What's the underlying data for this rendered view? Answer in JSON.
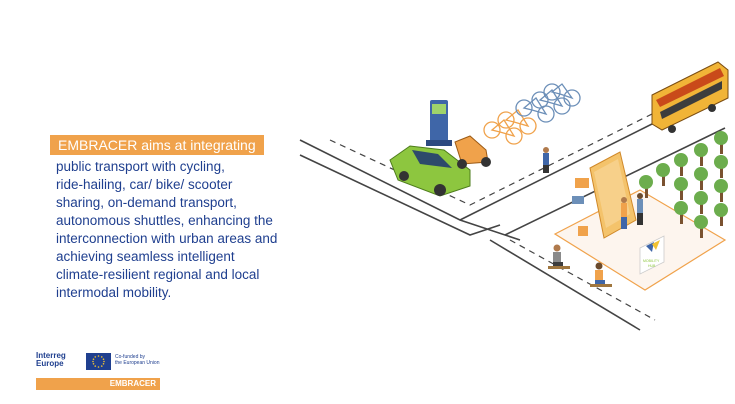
{
  "headline": "EMBRACER aims at integrating",
  "body_lines": [
    "public transport with cycling,",
    "ride-hailing, car/ bike/ scooter",
    "sharing, on-demand transport,",
    "autonomous shuttles, enhancing the",
    "interconnection with urban areas and",
    "achieving seamless intelligent",
    "climate-resilient regional and local",
    "intermodal mobility."
  ],
  "illustration": {
    "hub_sign_line1": "MOBILITY",
    "hub_sign_line2": "HUB"
  },
  "footer": {
    "interreg_line1": "Interreg",
    "interreg_line2": "Europe",
    "eu_line1": "Co-funded by",
    "eu_line2": "the European Union",
    "project": "EMBRACER"
  },
  "colors": {
    "accent_orange": "#f0a24b",
    "text_blue": "#1f3f8f"
  }
}
